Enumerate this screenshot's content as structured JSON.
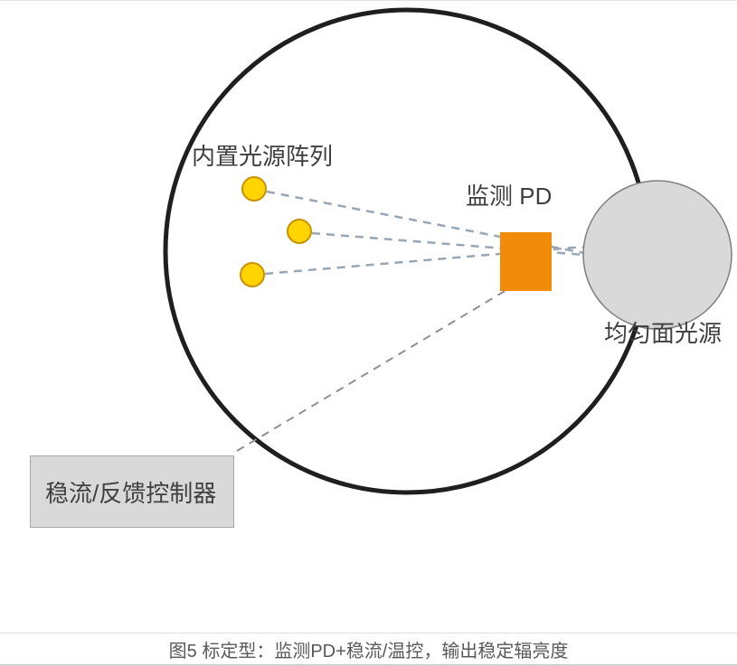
{
  "diagram": {
    "labels": {
      "light_array": "内置光源阵列",
      "monitor_pd": "监测 PD",
      "uniform_source": "均匀面光源",
      "controller": "稳流/反馈控制器"
    },
    "caption": "图5 标定型：监测PD+稳流/温控，输出稳定辐亮度",
    "colors": {
      "sphere_stroke": "#1f1f1f",
      "led_fill": "#ffd400",
      "led_stroke": "#c79100",
      "pd_fill": "#f28b0a",
      "port_fill": "#d9d9d9",
      "port_stroke": "#7f7f7f",
      "controller_fill": "#d9d9d9",
      "controller_stroke": "#a6a6a6",
      "dash_color": "#98a6b6",
      "ctrl_line_color": "#909090",
      "caption_color": "#595959"
    }
  }
}
